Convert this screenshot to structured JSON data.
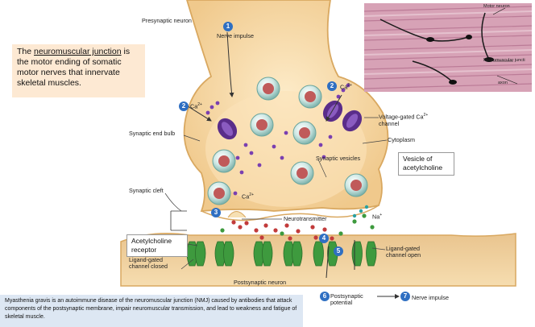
{
  "definition": {
    "pre": "The ",
    "term": "neuromuscular junction",
    "post": " is the motor ending of somatic motor nerves that innervate skeletal muscles."
  },
  "note": "Myasthenia gravis is an autoimmune disease of the neuromuscular junction (NMJ) caused by antibodies that attack components of the postsynaptic membrane, impair neuromuscular transmission, and lead to weakness and fatigue of skeletal muscle.",
  "labels": {
    "presynaptic_neuron": "Presynaptic neuron",
    "nerve_impulse_top": "Nerve impulse",
    "ca_top_right": "Ca",
    "ca_left": "Ca",
    "ca_mid": "Ca",
    "charge": "2+",
    "voltage_gated_line1": "Voltage-gated Ca",
    "voltage_gated_line2": "channel",
    "cytoplasm": "Cytoplasm",
    "synaptic_end_bulb": "Synaptic end bulb",
    "synaptic_vesicles": "Synaptic vesicles",
    "synaptic_cleft": "Synaptic cleft",
    "neurotransmitter": "Neurotransmitter",
    "na": "Na",
    "na_charge": "+",
    "ligand_closed_line1": "Ligand-gated",
    "ligand_closed_line2": "channel closed",
    "ligand_open_line1": "Ligand-gated",
    "ligand_open_line2": "channel open",
    "postsynaptic_neuron": "Postsynaptic neuron",
    "postsynaptic_potential_line1": "Postsynaptic",
    "postsynaptic_potential_line2": "potential",
    "nerve_impulse_bottom": "Nerve impulse"
  },
  "callouts": {
    "vesicle_line1": "Vesicle of",
    "vesicle_line2": "acetylcholine",
    "receptor_line1": "Acetylcholine",
    "receptor_line2": "receptor"
  },
  "steps": [
    "1",
    "2",
    "2",
    "3",
    "4",
    "5",
    "6",
    "7"
  ],
  "micrograph": {
    "motor_neuron": "Motor neuron",
    "nmj": "Neuromuscular juncti",
    "axon": "axon"
  },
  "colors": {
    "neuron_fill": "#f5d9a6",
    "neuron_edge": "#d9a860",
    "definition_bg": "#fde9d3",
    "note_bg": "#dde7f3",
    "step_blue": "#2f6fc2",
    "channel_purple": "#5a2d8a",
    "receptor_green": "#3e9a3e",
    "vesicle_red": "#b84040"
  }
}
